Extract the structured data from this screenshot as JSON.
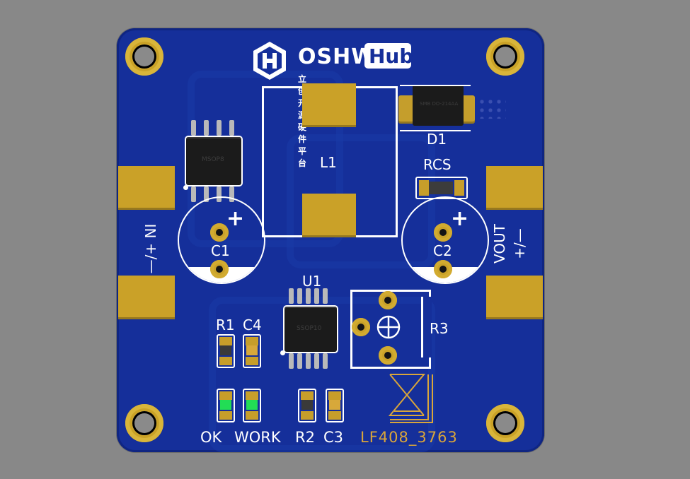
{
  "logo": {
    "brand_name": "OSHW",
    "brand_suffix": "Hub",
    "tagline": "立创开源硬件平台"
  },
  "labels": {
    "l1": "L1",
    "d1": "D1",
    "rcs": "RCS",
    "c1": "C1",
    "c2": "C2",
    "u1": "U1",
    "r1": "R1",
    "c4": "C4",
    "r3": "R3",
    "vin": "—/+ NI",
    "vout": "VOUT",
    "vout_pol": "+/—",
    "ok": "OK",
    "work": "WORK",
    "r2": "R2",
    "c3": "C3",
    "board_id": "LF408_3763",
    "plus": "+"
  },
  "ic_marks": {
    "msop": "MSOP8",
    "ssop": "SSOP10",
    "diode": "SMB DO-214AA"
  },
  "colors": {
    "board": "#152f9a",
    "copper": "#caa128",
    "silk": "#ffffff",
    "background": "#888888",
    "id_text": "#d9a53a"
  }
}
